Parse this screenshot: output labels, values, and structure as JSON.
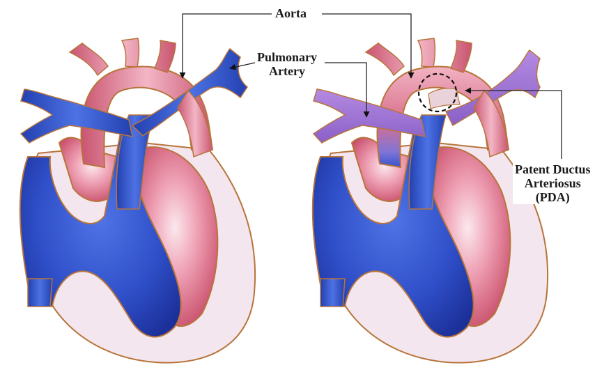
{
  "diagram": {
    "labels": {
      "aorta": "Aorta",
      "pulmonary_artery_line1": "Pulmonary",
      "pulmonary_artery_line2": "Artery",
      "pda_line1": "Patent Ductus",
      "pda_line2": "Arteriosus",
      "pda_line3": "(PDA)"
    },
    "colors": {
      "deoxygenated_blood": "#2f4fc8",
      "oxygenated_blood": "#d96a80",
      "mixed_blood": "#9b6fd0",
      "heart_wall": "#f3e6ee",
      "outline": "#b8743a",
      "leader_line": "#222222"
    }
  }
}
